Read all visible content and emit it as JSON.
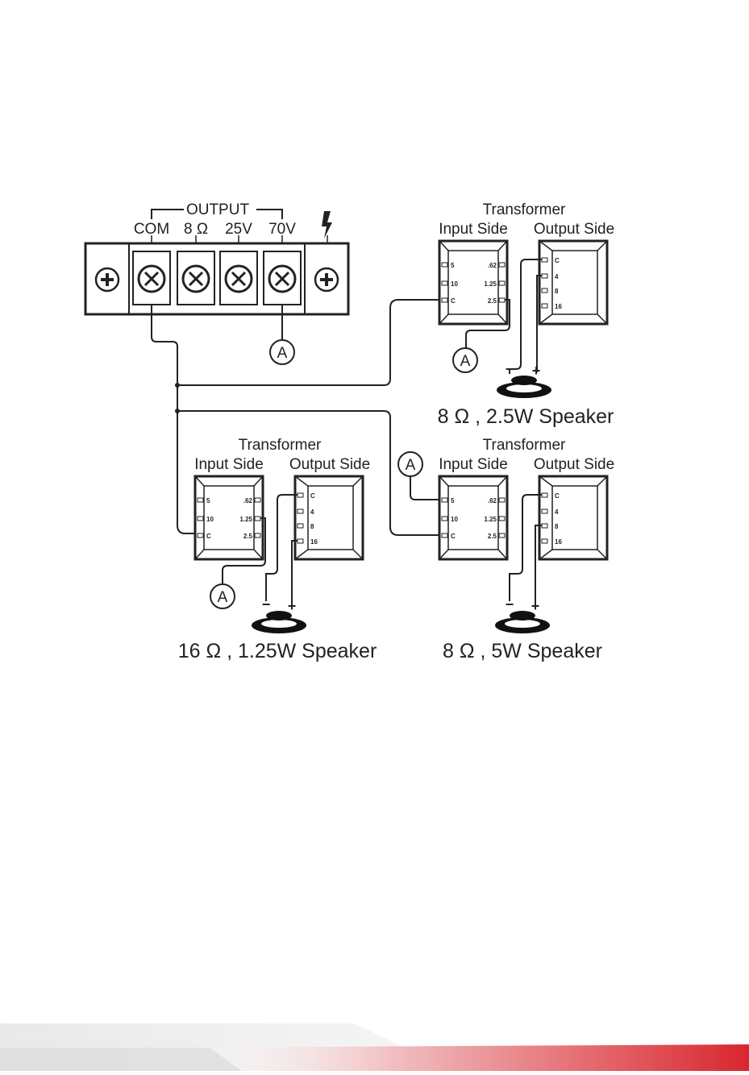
{
  "terminal_block": {
    "group_label": "OUTPUT",
    "terminals": [
      "COM",
      "8 Ω",
      "25V",
      "70V"
    ],
    "ground_icon": "lightning-bolt-icon"
  },
  "marker_letter": "A",
  "transformer": {
    "title": "Transformer",
    "input_side": "Input Side",
    "output_side": "Output Side",
    "input_taps_left": [
      "5",
      "10",
      "C"
    ],
    "input_taps_right": [
      ".62",
      "1.25",
      "2.5"
    ],
    "output_taps": [
      "C",
      "4",
      "8",
      "16"
    ]
  },
  "speaker_polarity": {
    "minus": "−",
    "plus": "+"
  },
  "speakers": {
    "top_right": "8 Ω , 2.5W Speaker",
    "bottom_left": "16 Ω , 1.25W Speaker",
    "bottom_right": "8 Ω , 5W Speaker"
  },
  "colors": {
    "line": "#222222",
    "footer_red": "#d9262e",
    "footer_gray": "#e6e6e6"
  }
}
